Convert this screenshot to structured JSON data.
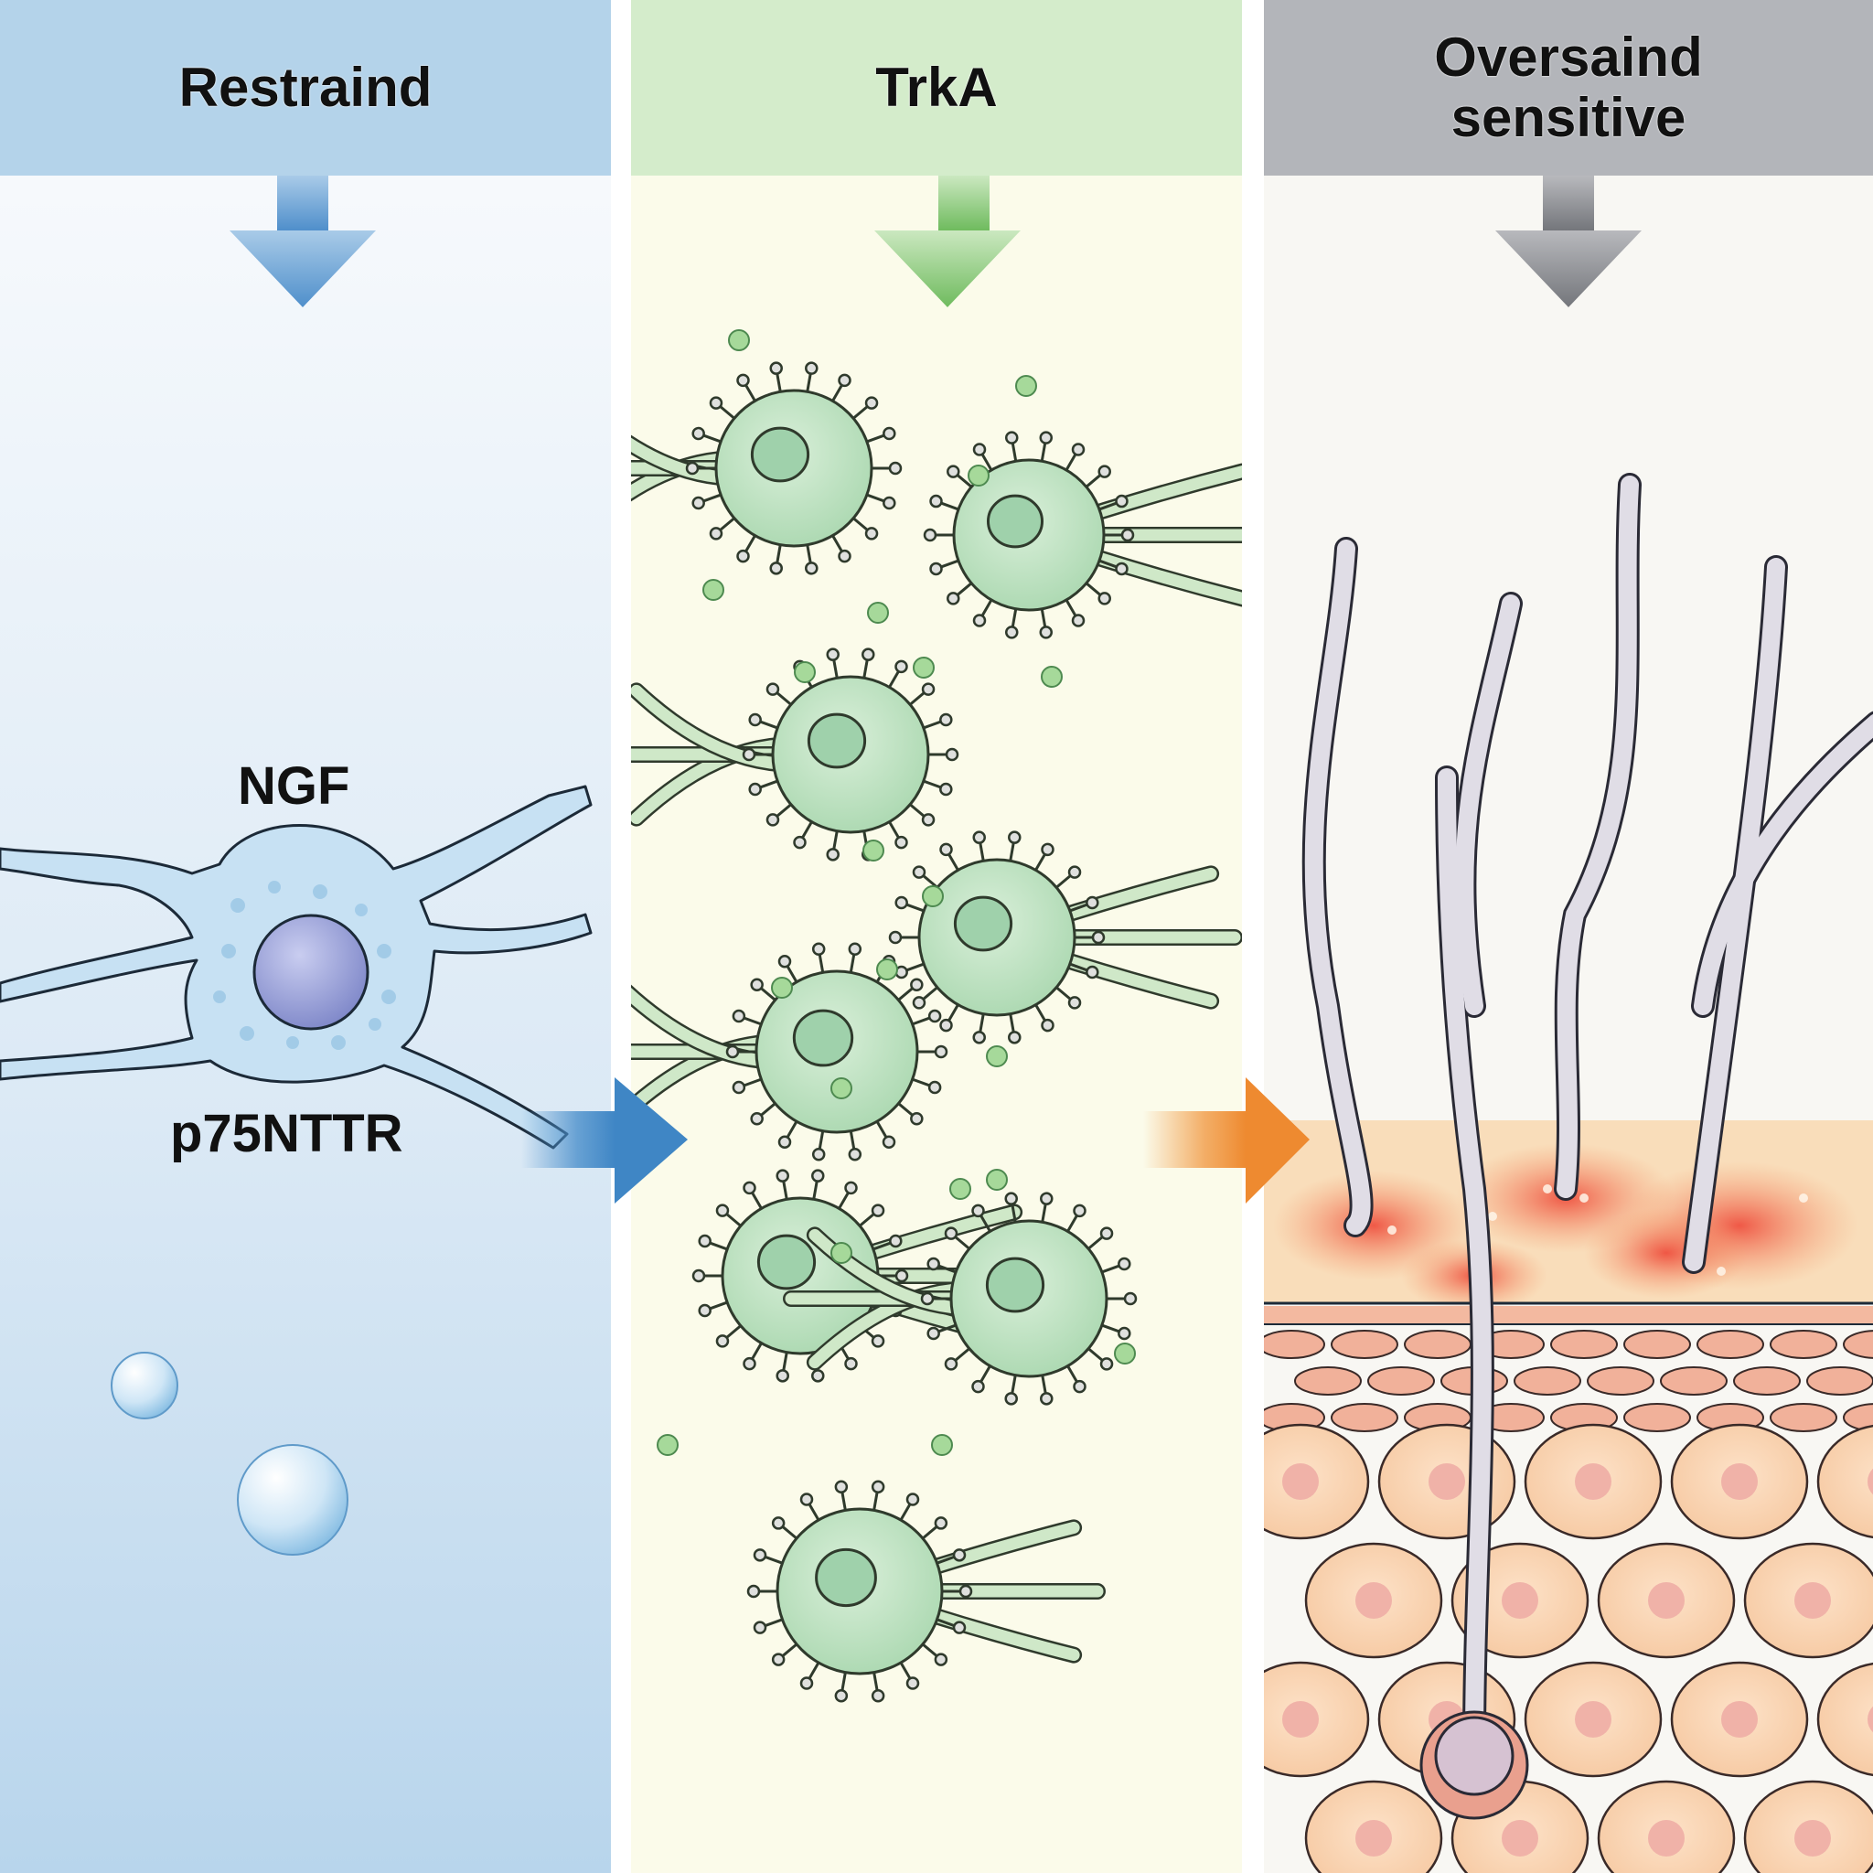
{
  "panels": [
    {
      "id": "restrained",
      "title": "Restraind",
      "theme_color": "#b4d3ea",
      "arrow_color": "#5b9bd0",
      "labels": {
        "top": "NGF",
        "bottom": "p75NTTR"
      }
    },
    {
      "id": "trka",
      "title": "TrkA",
      "theme_color": "#d4eccb",
      "arrow_color": "#7fc26e"
    },
    {
      "id": "oversensitive",
      "title_line1": "Oversaind",
      "title_line2": "sensitive",
      "theme_color": "#b3b5ba",
      "arrow_color": "#7d7f85"
    }
  ],
  "transitions": [
    {
      "from": "restrained",
      "to": "trka",
      "color": "#4a8fcb"
    },
    {
      "from": "trka",
      "to": "oversensitive",
      "color": "#f19a45"
    }
  ]
}
